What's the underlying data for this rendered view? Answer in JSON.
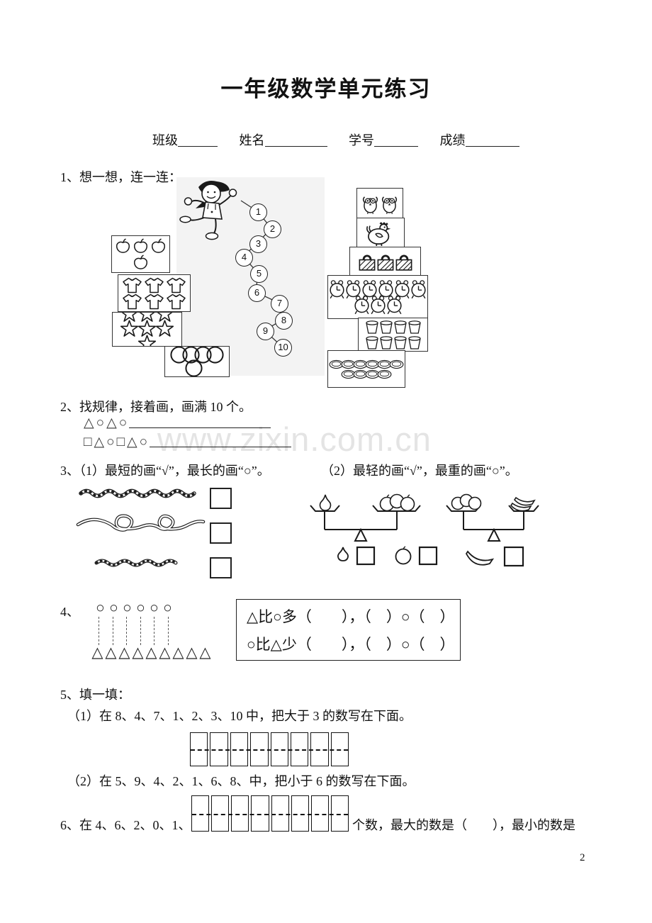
{
  "title": "一年级数学单元练习",
  "header_fields": {
    "class_label": "班级",
    "name_label": "姓名",
    "number_label": "学号",
    "score_label": "成绩"
  },
  "watermark": "www.zixin.com.cn",
  "page_number": "2",
  "q1": {
    "text": "1、想一想，连一连：",
    "numbers": [
      "1",
      "2",
      "3",
      "4",
      "5",
      "6",
      "7",
      "8",
      "9",
      "10"
    ],
    "left_boxes": [
      {
        "icon": "apple",
        "count": 4
      },
      {
        "icon": "shirt",
        "count": 6
      },
      {
        "icon": "star",
        "count": 7
      },
      {
        "icon": "ring",
        "count": 5
      }
    ],
    "right_boxes": [
      {
        "icon": "bird",
        "count": 2
      },
      {
        "icon": "chicken",
        "count": 1
      },
      {
        "icon": "bag",
        "count": 3
      },
      {
        "icon": "clock",
        "count": 9
      },
      {
        "icon": "cup",
        "count": 8
      },
      {
        "icon": "coin",
        "count": 10
      }
    ]
  },
  "q2": {
    "text": "2、找规律，接着画，画满 10 个。",
    "row1_shapes": "△○△○",
    "row2_shapes": "□△○□△○"
  },
  "q3": {
    "part1": "3、（1）最短的画“√”，最长的画“○”。",
    "part2": "（2）最轻的画“√”，最重的画“○”。"
  },
  "q4": {
    "label": "4、",
    "circle_glyph": "○",
    "triangle_glyph": "△",
    "circles": 6,
    "triangles": 9,
    "box_line1": "△比○多（　　），（　）○（　）",
    "box_line2": "○比△少（　　），（　）○（　）"
  },
  "q5": {
    "title": "5、填一填：",
    "part1": "（1）在 8、4、7、1、2、3、10 中，把大于 3 的数写在下面。",
    "part2": "（2）在 5、9、4、2、1、6、8、中，把小于 6 的数写在下面。",
    "grid_cells": 8
  },
  "q6": {
    "prefix": "6、在 4、6、2、0、1、",
    "suffix": "个数，最大的数是（　　），最小的数是",
    "grid_cells": 8
  }
}
